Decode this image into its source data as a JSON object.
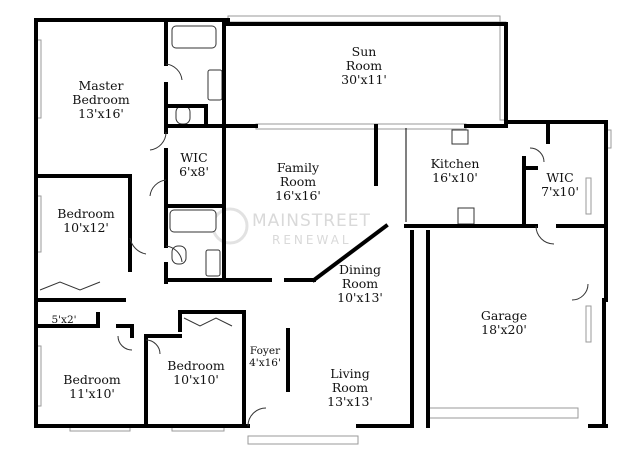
{
  "rooms": {
    "master_bedroom": {
      "name_1": "Master",
      "name_2": "Bedroom",
      "dims": "13'x16'"
    },
    "sun_room": {
      "name_1": "Sun",
      "name_2": "Room",
      "dims": "30'x11'"
    },
    "wic_1": {
      "name": "WIC",
      "dims": "6'x8'"
    },
    "family_room": {
      "name_1": "Family",
      "name_2": "Room",
      "dims": "16'x16'"
    },
    "kitchen": {
      "name": "Kitchen",
      "dims": "16'x10'"
    },
    "wic_2": {
      "name": "WIC",
      "dims": "7'x10'"
    },
    "bedroom_1": {
      "name": "Bedroom",
      "dims": "10'x12'"
    },
    "dining_room": {
      "name_1": "Dining",
      "name_2": "Room",
      "dims": "10'x13'"
    },
    "garage": {
      "name": "Garage",
      "dims": "18'x20'"
    },
    "closet": {
      "dims": "5'x2'"
    },
    "foyer": {
      "name": "Foyer",
      "dims": "4'x16'"
    },
    "bedroom_2": {
      "name": "Bedroom",
      "dims": "11'x10'"
    },
    "bedroom_3": {
      "name": "Bedroom",
      "dims": "10'x10'"
    },
    "living_room": {
      "name_1": "Living",
      "name_2": "Room",
      "dims": "13'x13'"
    }
  },
  "watermark": {
    "line_1": "MAINSTREET",
    "line_2": "RENEWAL"
  }
}
